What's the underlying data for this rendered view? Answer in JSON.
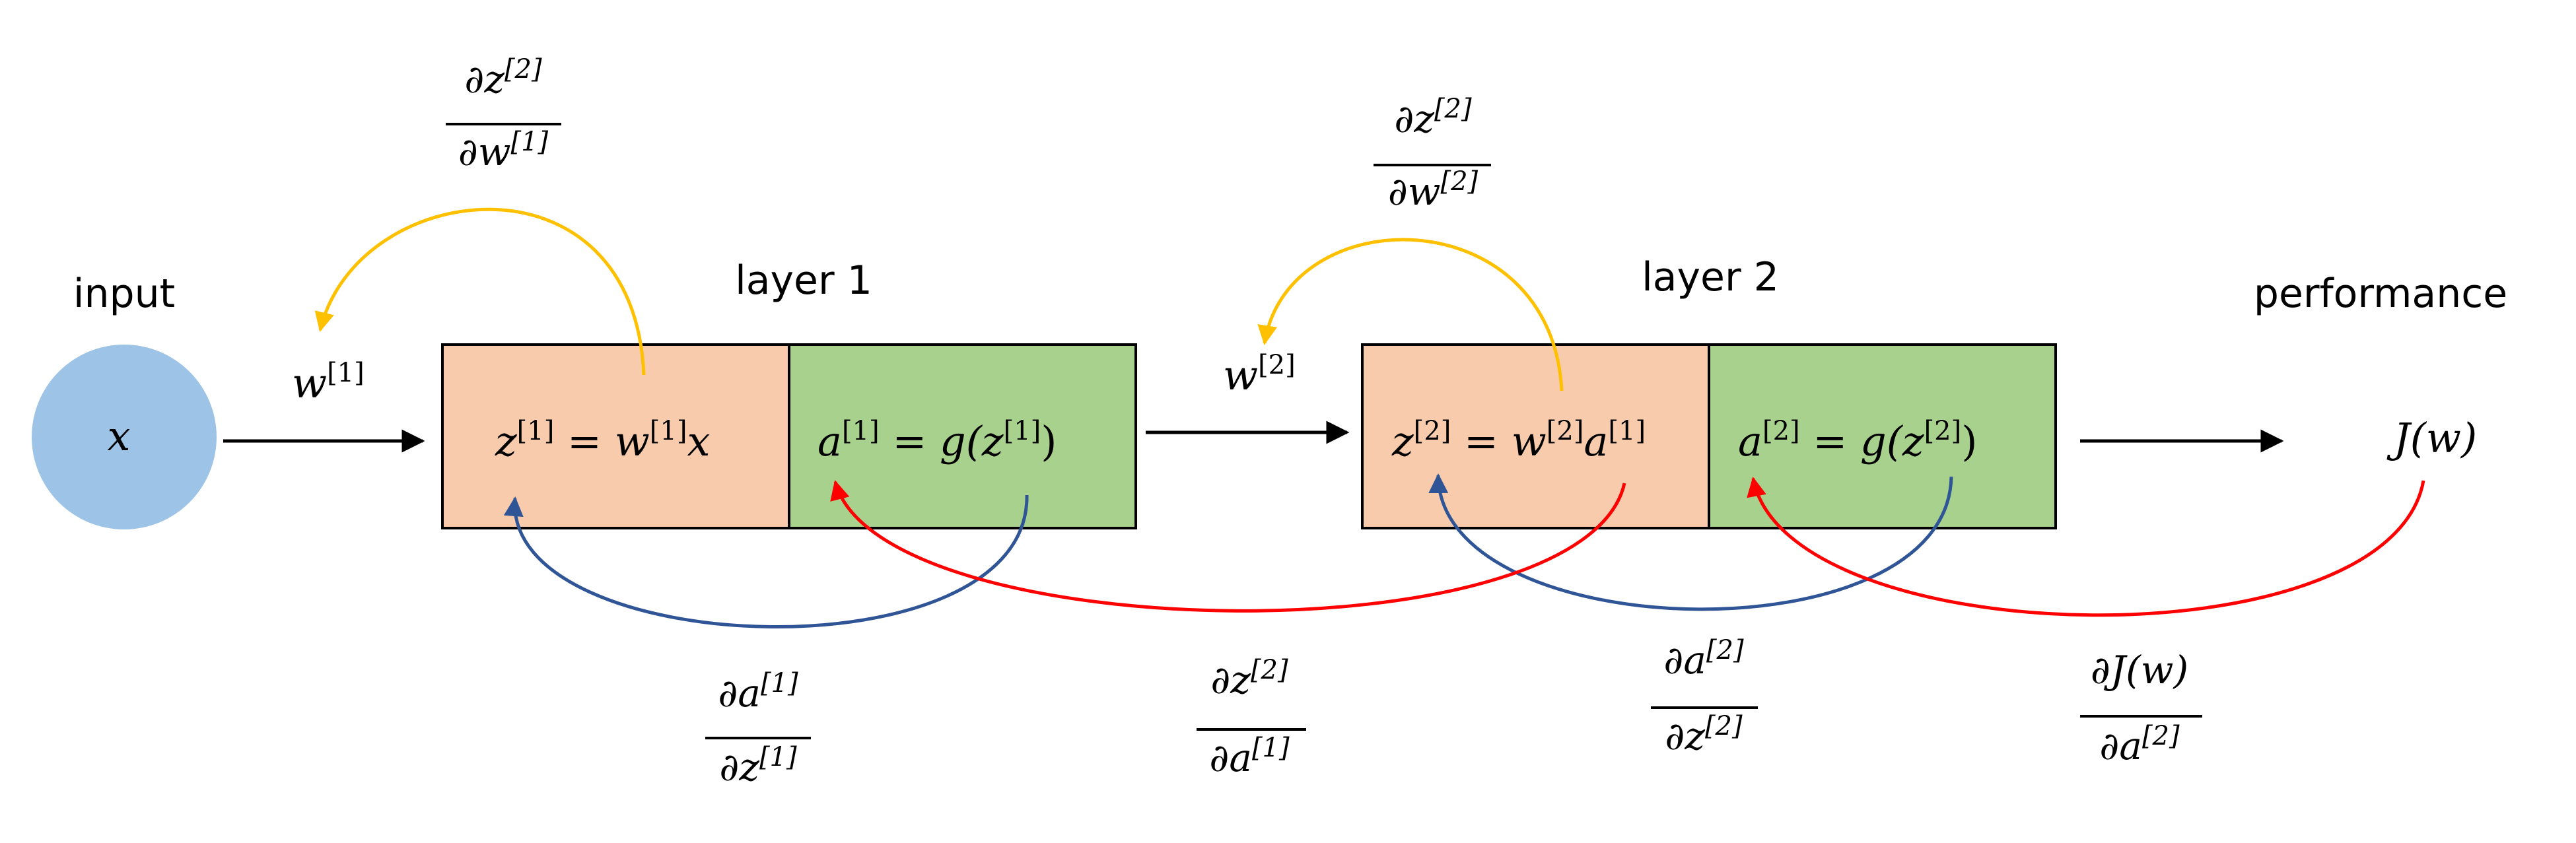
{
  "labels": {
    "input": "input",
    "layer1": "layer 1",
    "layer2": "layer 2",
    "performance": "performance"
  },
  "input_node": {
    "symbol": "x"
  },
  "weights": {
    "w1": {
      "base": "w",
      "sup": "[1]"
    },
    "w2": {
      "base": "w",
      "sup": "[2]"
    }
  },
  "output": {
    "text": "J(w)"
  },
  "layer1_boxes": {
    "z": {
      "lhs": "z",
      "lhs_sup": "[1]",
      "eq": " = ",
      "rhs": "w",
      "rhs_sup": "[1]",
      "rhs_tail": "x"
    },
    "a": {
      "lhs": "a",
      "lhs_sup": "[1]",
      "eq": " = ",
      "fn": "g(z",
      "fn_sup": "[1]",
      "fn_tail": ")"
    }
  },
  "layer2_boxes": {
    "z": {
      "lhs": "z",
      "lhs_sup": "[2]",
      "eq": " = ",
      "rhs": "w",
      "rhs_sup": "[2]",
      "rhs_tail": "a",
      "rhs_tail_sup": "[1]"
    },
    "a": {
      "lhs": "a",
      "lhs_sup": "[2]",
      "eq": " = ",
      "fn": "g(z",
      "fn_sup": "[2]",
      "fn_tail": ")"
    }
  },
  "derivatives": {
    "dz2_dw1": {
      "num": "∂z",
      "num_sup": "[2]",
      "den": "∂w",
      "den_sup": "[1]"
    },
    "dz2_dw2": {
      "num": "∂z",
      "num_sup": "[2]",
      "den": "∂w",
      "den_sup": "[2]"
    },
    "da1_dz1": {
      "num": "∂a",
      "num_sup": "[1]",
      "den": "∂z",
      "den_sup": "[1]"
    },
    "dz2_da1": {
      "num": "∂z",
      "num_sup": "[2]",
      "den": "∂a",
      "den_sup": "[1]"
    },
    "da2_dz2": {
      "num": "∂a",
      "num_sup": "[2]",
      "den": "∂z",
      "den_sup": "[2]"
    },
    "dJ_da2": {
      "num": "∂J(w)",
      "num_sup": "",
      "den": "∂a",
      "den_sup": "[2]"
    }
  },
  "colors": {
    "input_circle": "#9dc3e6",
    "z_box": "#f8cbad",
    "a_box": "#a9d18e",
    "orange_arrow": "#ffc000",
    "blue_arrow": "#2f5597",
    "red_arrow": "#ff0000",
    "black_arrow": "#000000"
  }
}
